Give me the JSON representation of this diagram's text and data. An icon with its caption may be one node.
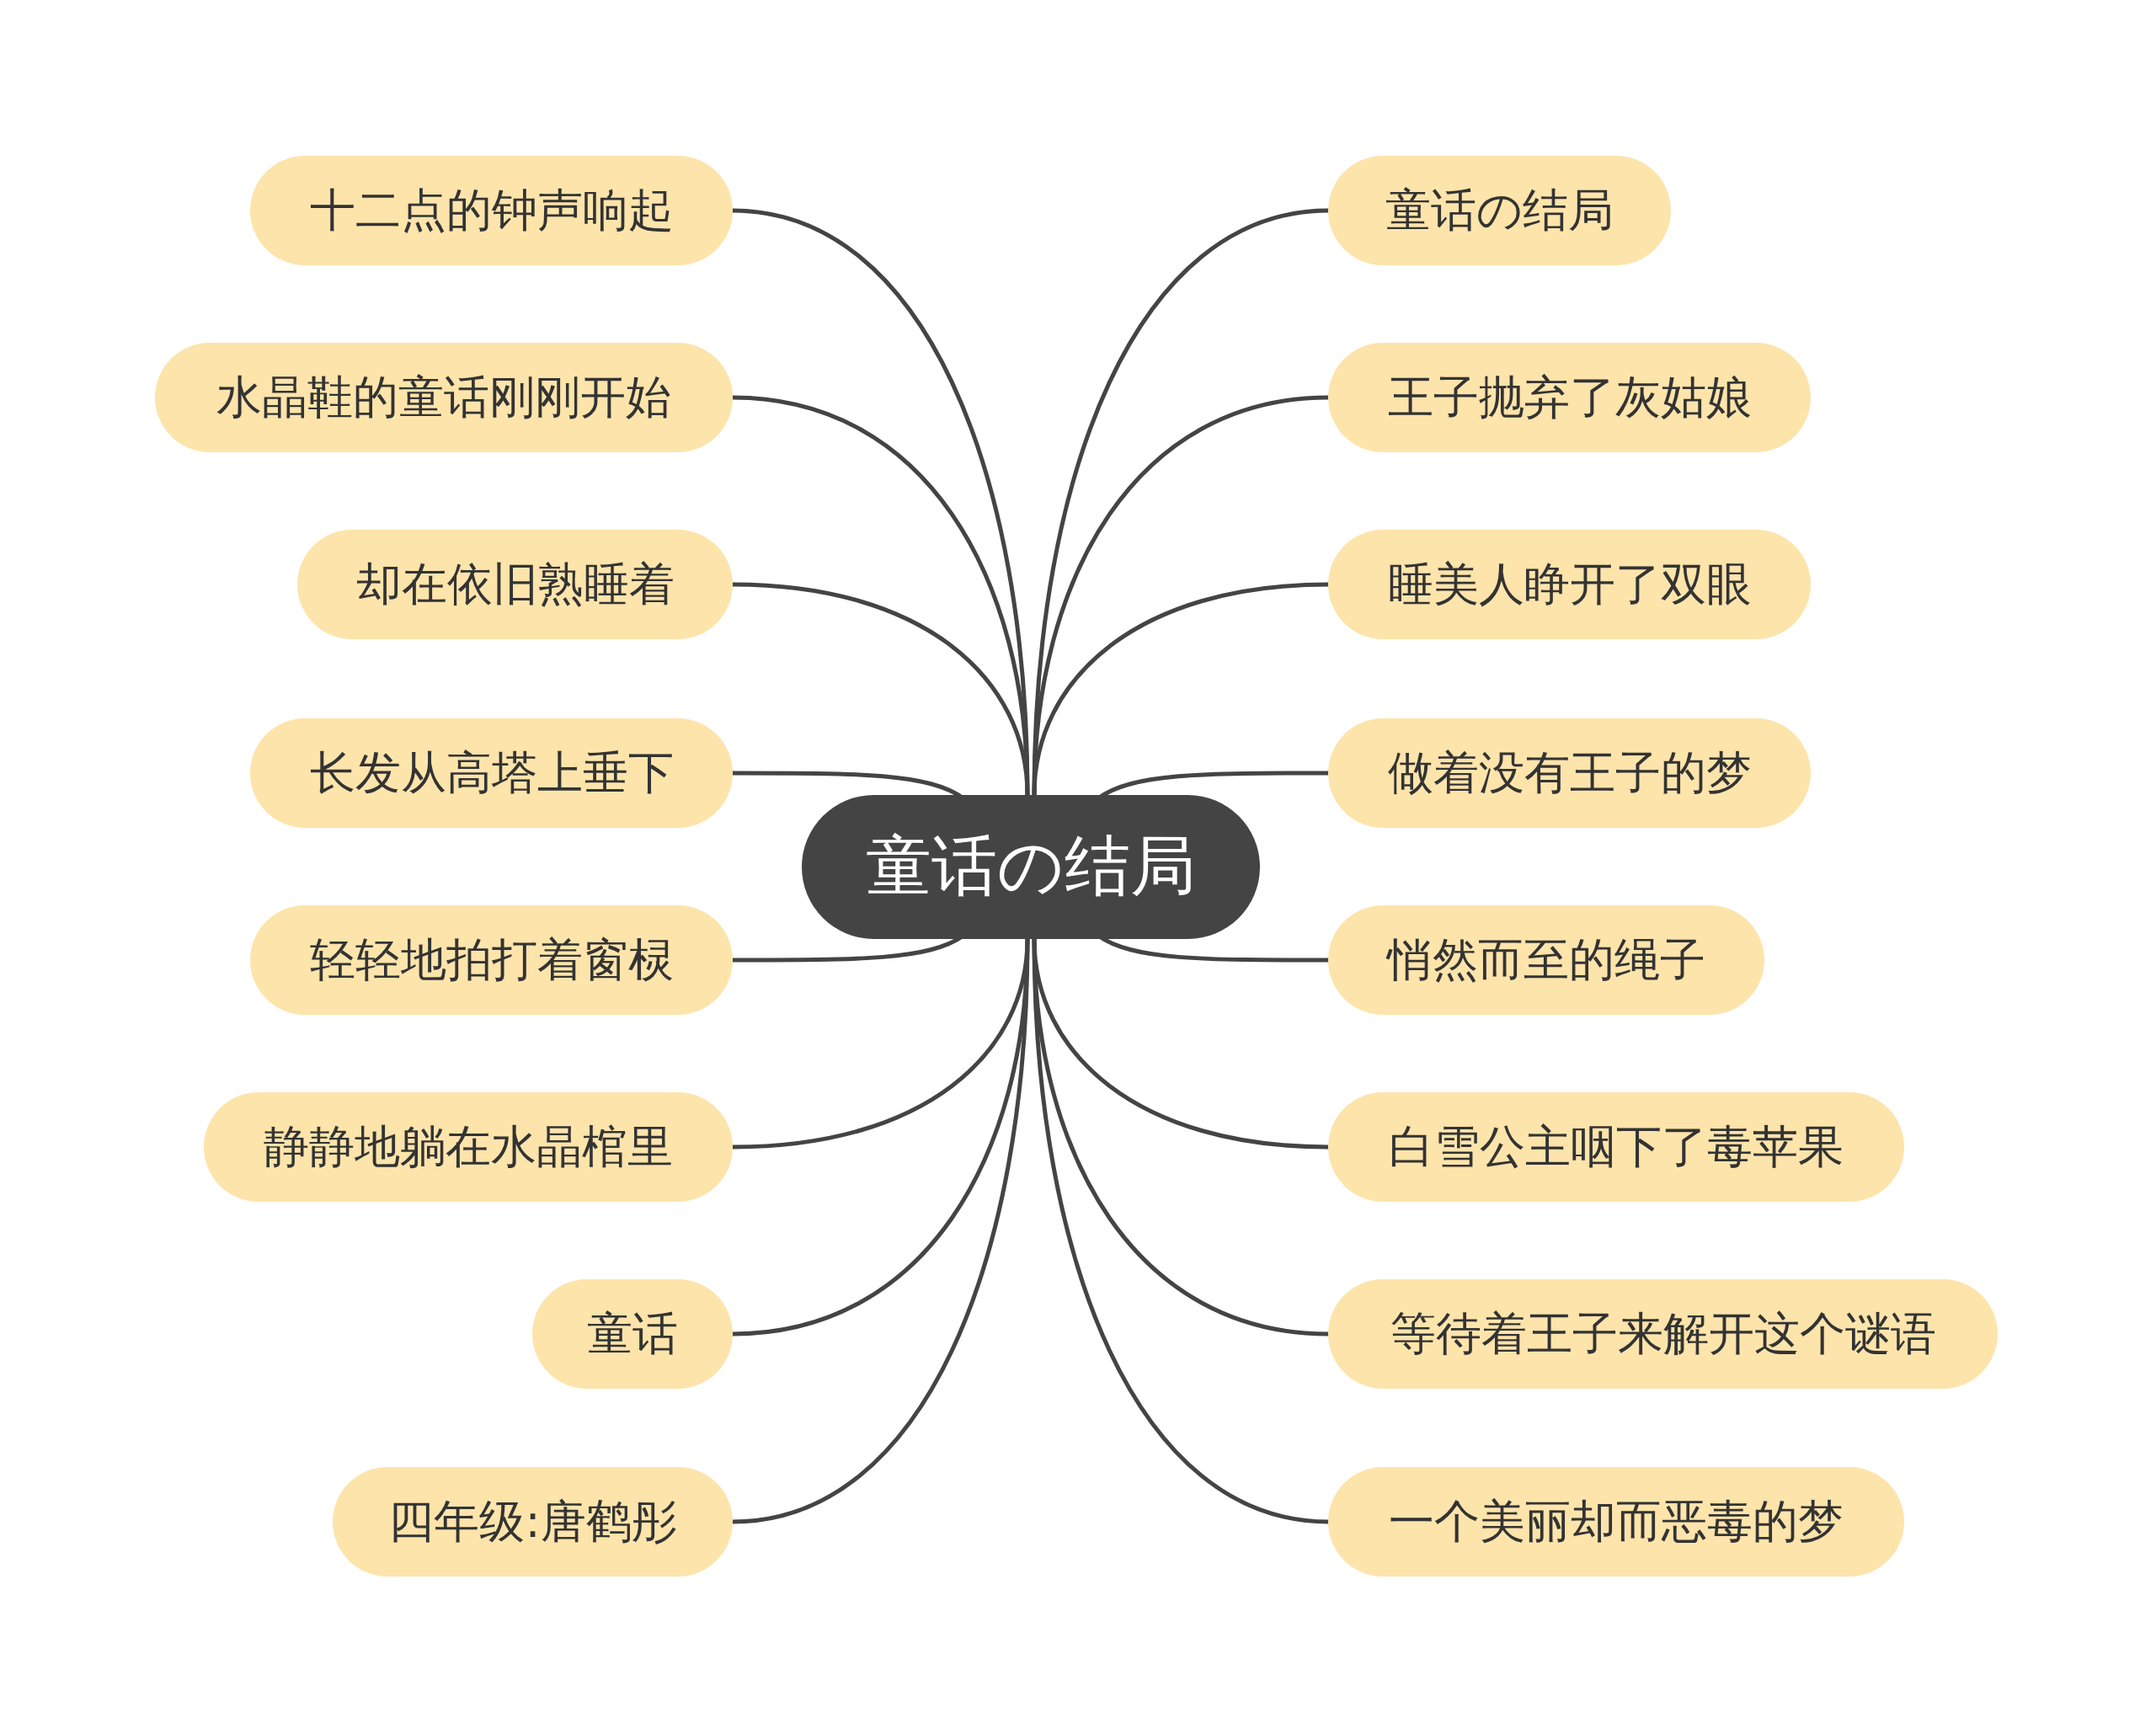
{
  "diagram": {
    "nodes": [
      {
        "text": [
          "童话の结局"
        ]
      },
      {
        "text": [
          "十二点的钟声响起"
        ]
      },
      {
        "text": [
          "水晶鞋的童话刚刚开始"
        ]
      },
      {
        "text": [
          "却在依旧熟睡着"
        ]
      },
      {
        "text": [
          "长发从高塔上垂下"
        ]
      },
      {
        "text": [
          "轻轻地拍打着窗棂"
        ]
      },
      {
        "text": [
          "静静地躺在水晶棺里"
        ]
      },
      {
        "text": [
          "童话"
        ]
      },
      {
        "text": [
          "四年级:唐鹤彤"
        ]
      },
      {
        "text": [
          "童话の结局"
        ]
      },
      {
        "text": [
          "王子抛弃了灰姑娘"
        ]
      },
      {
        "text": [
          "睡美人睁开了双眼"
        ]
      },
      {
        "text": [
          "做着没有王子的梦"
        ]
      },
      {
        "text": [
          "悄然而至的绳子"
        ]
      },
      {
        "text": [
          "白雪公主咽下了毒苹果"
        ]
      },
      {
        "text": [
          "等待着王子来解开这个谜语"
        ]
      },
      {
        "text": [
          "一个美丽却而恶毒的梦"
        ]
      }
    ],
    "edges": [
      {
        "from": 0,
        "to": 1,
        "arrow": "none"
      },
      {
        "from": 0,
        "to": 2,
        "arrow": "none"
      },
      {
        "from": 0,
        "to": 3,
        "arrow": "none"
      },
      {
        "from": 0,
        "to": 4,
        "arrow": "none"
      },
      {
        "from": 0,
        "to": 5,
        "arrow": "none"
      },
      {
        "from": 0,
        "to": 6,
        "arrow": "none"
      },
      {
        "from": 0,
        "to": 7,
        "arrow": "none"
      },
      {
        "from": 0,
        "to": 8,
        "arrow": "none"
      },
      {
        "from": 0,
        "to": 9,
        "arrow": "none"
      },
      {
        "from": 0,
        "to": 10,
        "arrow": "none"
      },
      {
        "from": 0,
        "to": 11,
        "arrow": "none"
      },
      {
        "from": 0,
        "to": 12,
        "arrow": "none"
      },
      {
        "from": 0,
        "to": 13,
        "arrow": "none"
      },
      {
        "from": 0,
        "to": 14,
        "arrow": "none"
      },
      {
        "from": 0,
        "to": 15,
        "arrow": "none"
      },
      {
        "from": 0,
        "to": 16,
        "arrow": "none"
      }
    ]
  }
}
